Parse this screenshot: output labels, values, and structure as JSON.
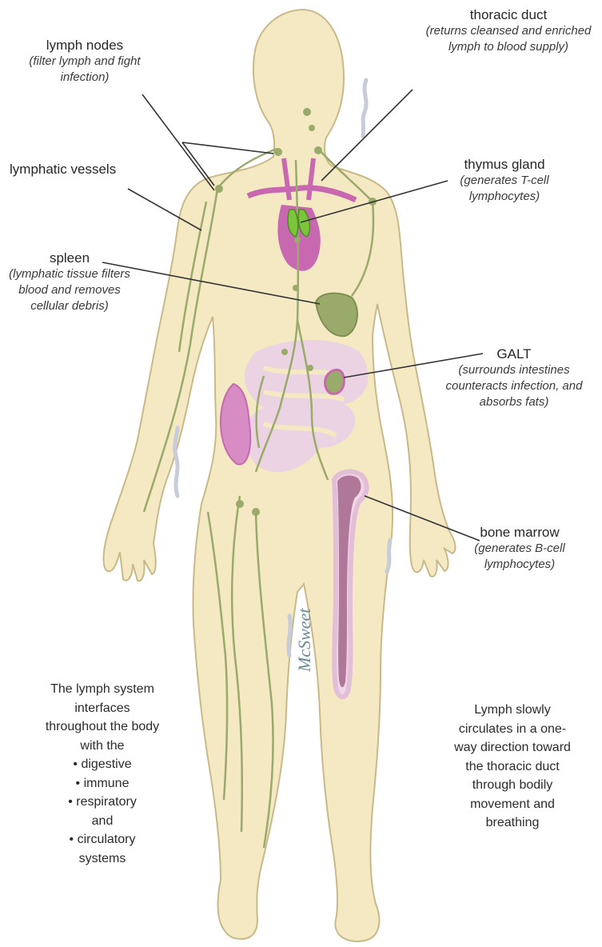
{
  "labels": {
    "lymph_nodes": {
      "title": "lymph nodes",
      "desc": "(filter lymph and fight infection)"
    },
    "thoracic_duct": {
      "title": "thoracic duct",
      "desc": "(returns cleansed and enriched lymph to blood supply)"
    },
    "lymphatic_vessels": {
      "title": "lymphatic vessels"
    },
    "thymus_gland": {
      "title": "thymus gland",
      "desc": "(generates T-cell lymphocytes)"
    },
    "spleen": {
      "title": "spleen",
      "desc": "(lymphatic tissue filters blood and removes cellular debris)"
    },
    "galt": {
      "title": "GALT",
      "desc": "(surrounds intestines counteracts infection, and absorbs fats)"
    },
    "bone_marrow": {
      "title": "bone marrow",
      "desc": "(generates B-cell lymphocytes)"
    }
  },
  "notes": {
    "left": {
      "intro": "The lymph system interfaces throughout the body with the",
      "items": [
        "digestive",
        "immune",
        "respiratory",
        "and",
        "circulatory"
      ],
      "outro": "systems"
    },
    "right": {
      "text": "Lymph slowly circulates in a one-way direction toward the thoracic duct through bodily movement and breathing"
    }
  },
  "signature": "McSweet",
  "colors": {
    "skin": "#f4e9c2",
    "skin_outline": "#c9b98a",
    "heart": "#c868b0",
    "vessels": "#9aaa6a",
    "thymus": "#7cc43c",
    "spleen": "#9aaa6a",
    "intestines": "#e8c4dc",
    "bone_marrow": "#b07898",
    "leader_lines": "#333333",
    "arrows": "#c8ccd8"
  }
}
